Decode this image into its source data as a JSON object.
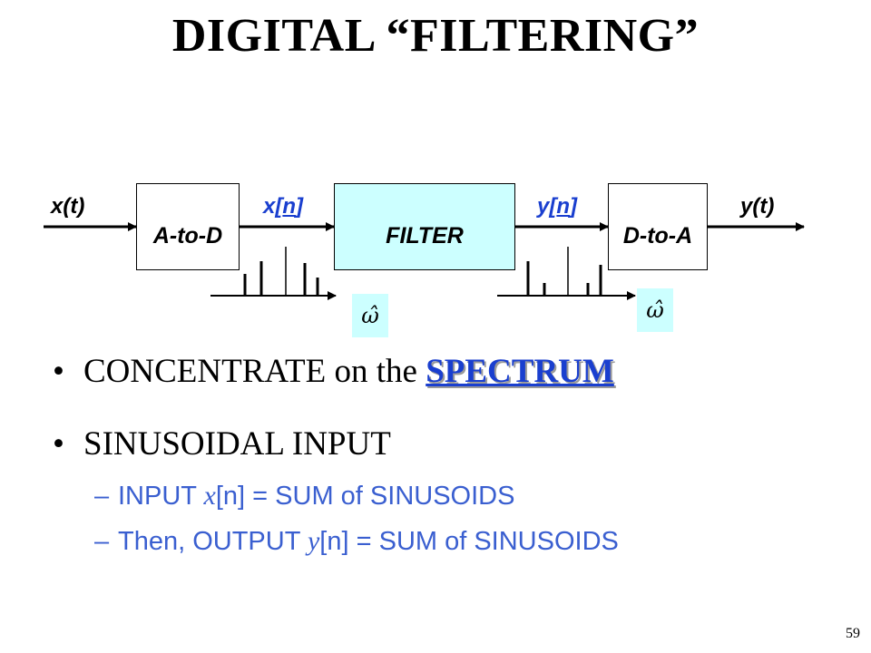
{
  "title": "DIGITAL “FILTERING”",
  "diagram": {
    "blocks": [
      "A-to-D",
      "FILTER",
      "D-to-A"
    ],
    "signals": {
      "input_ct": "x(t)",
      "input_dt_var": "x",
      "input_dt_idx": "n",
      "output_dt_var": "y",
      "output_dt_idx": "n",
      "output_ct": "y(t)"
    },
    "freq_axis_label": "ω̂",
    "filter_fill": "#ccffff",
    "signal_label_color": "#1a3fcf"
  },
  "bullets": [
    {
      "prefix": "CONCENTRATE on the ",
      "highlight": "SPECTRUM"
    },
    {
      "text": "SINUSOIDAL INPUT"
    }
  ],
  "subbullets": [
    {
      "dash": "–",
      "pre": "INPUT ",
      "var": "x",
      "idx": "[n]",
      "post": " = SUM of SINUSOIDS"
    },
    {
      "dash": "–",
      "pre": "Then, OUTPUT ",
      "var": "y",
      "idx": "[n]",
      "post": " = SUM of SINUSOIDS"
    }
  ],
  "page_number": "59",
  "colors": {
    "accent": "#1a3fcf",
    "sub_text": "#3a5fd0",
    "cyan_fill": "#ccffff"
  }
}
